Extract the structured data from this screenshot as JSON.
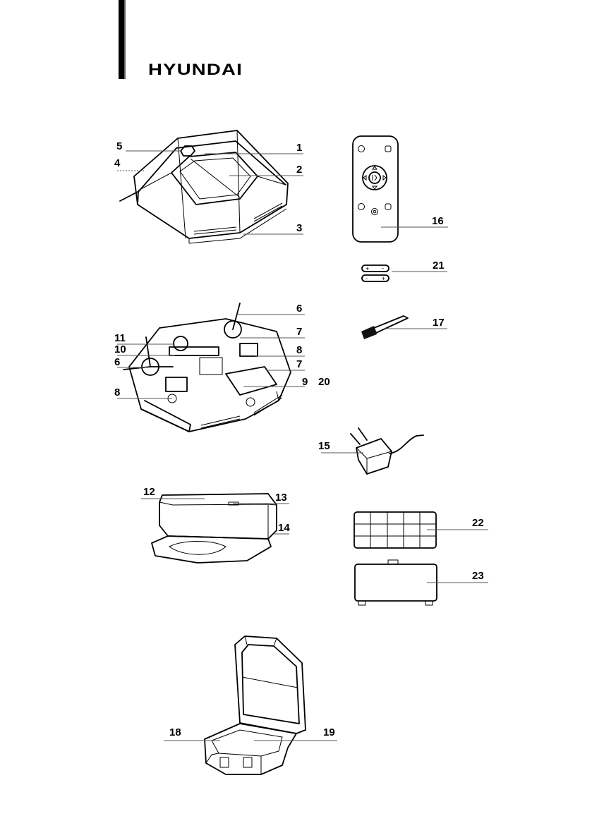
{
  "brand": "HYUNDAI",
  "callouts": {
    "c1": "1",
    "c2": "2",
    "c3": "3",
    "c4": "4",
    "c5": "5",
    "c6a": "6",
    "c6b": "6",
    "c7a": "7",
    "c7b": "7",
    "c8a": "8",
    "c8b": "8",
    "c9": "9",
    "c10": "10",
    "c11": "11",
    "c12": "12",
    "c13": "13",
    "c14": "14",
    "c15": "15",
    "c16": "16",
    "c17": "17",
    "c18": "18",
    "c19": "19",
    "c20": "20",
    "c21": "21",
    "c22": "22",
    "c23": "23"
  },
  "battery": {
    "plus": "+",
    "minus": "-"
  }
}
